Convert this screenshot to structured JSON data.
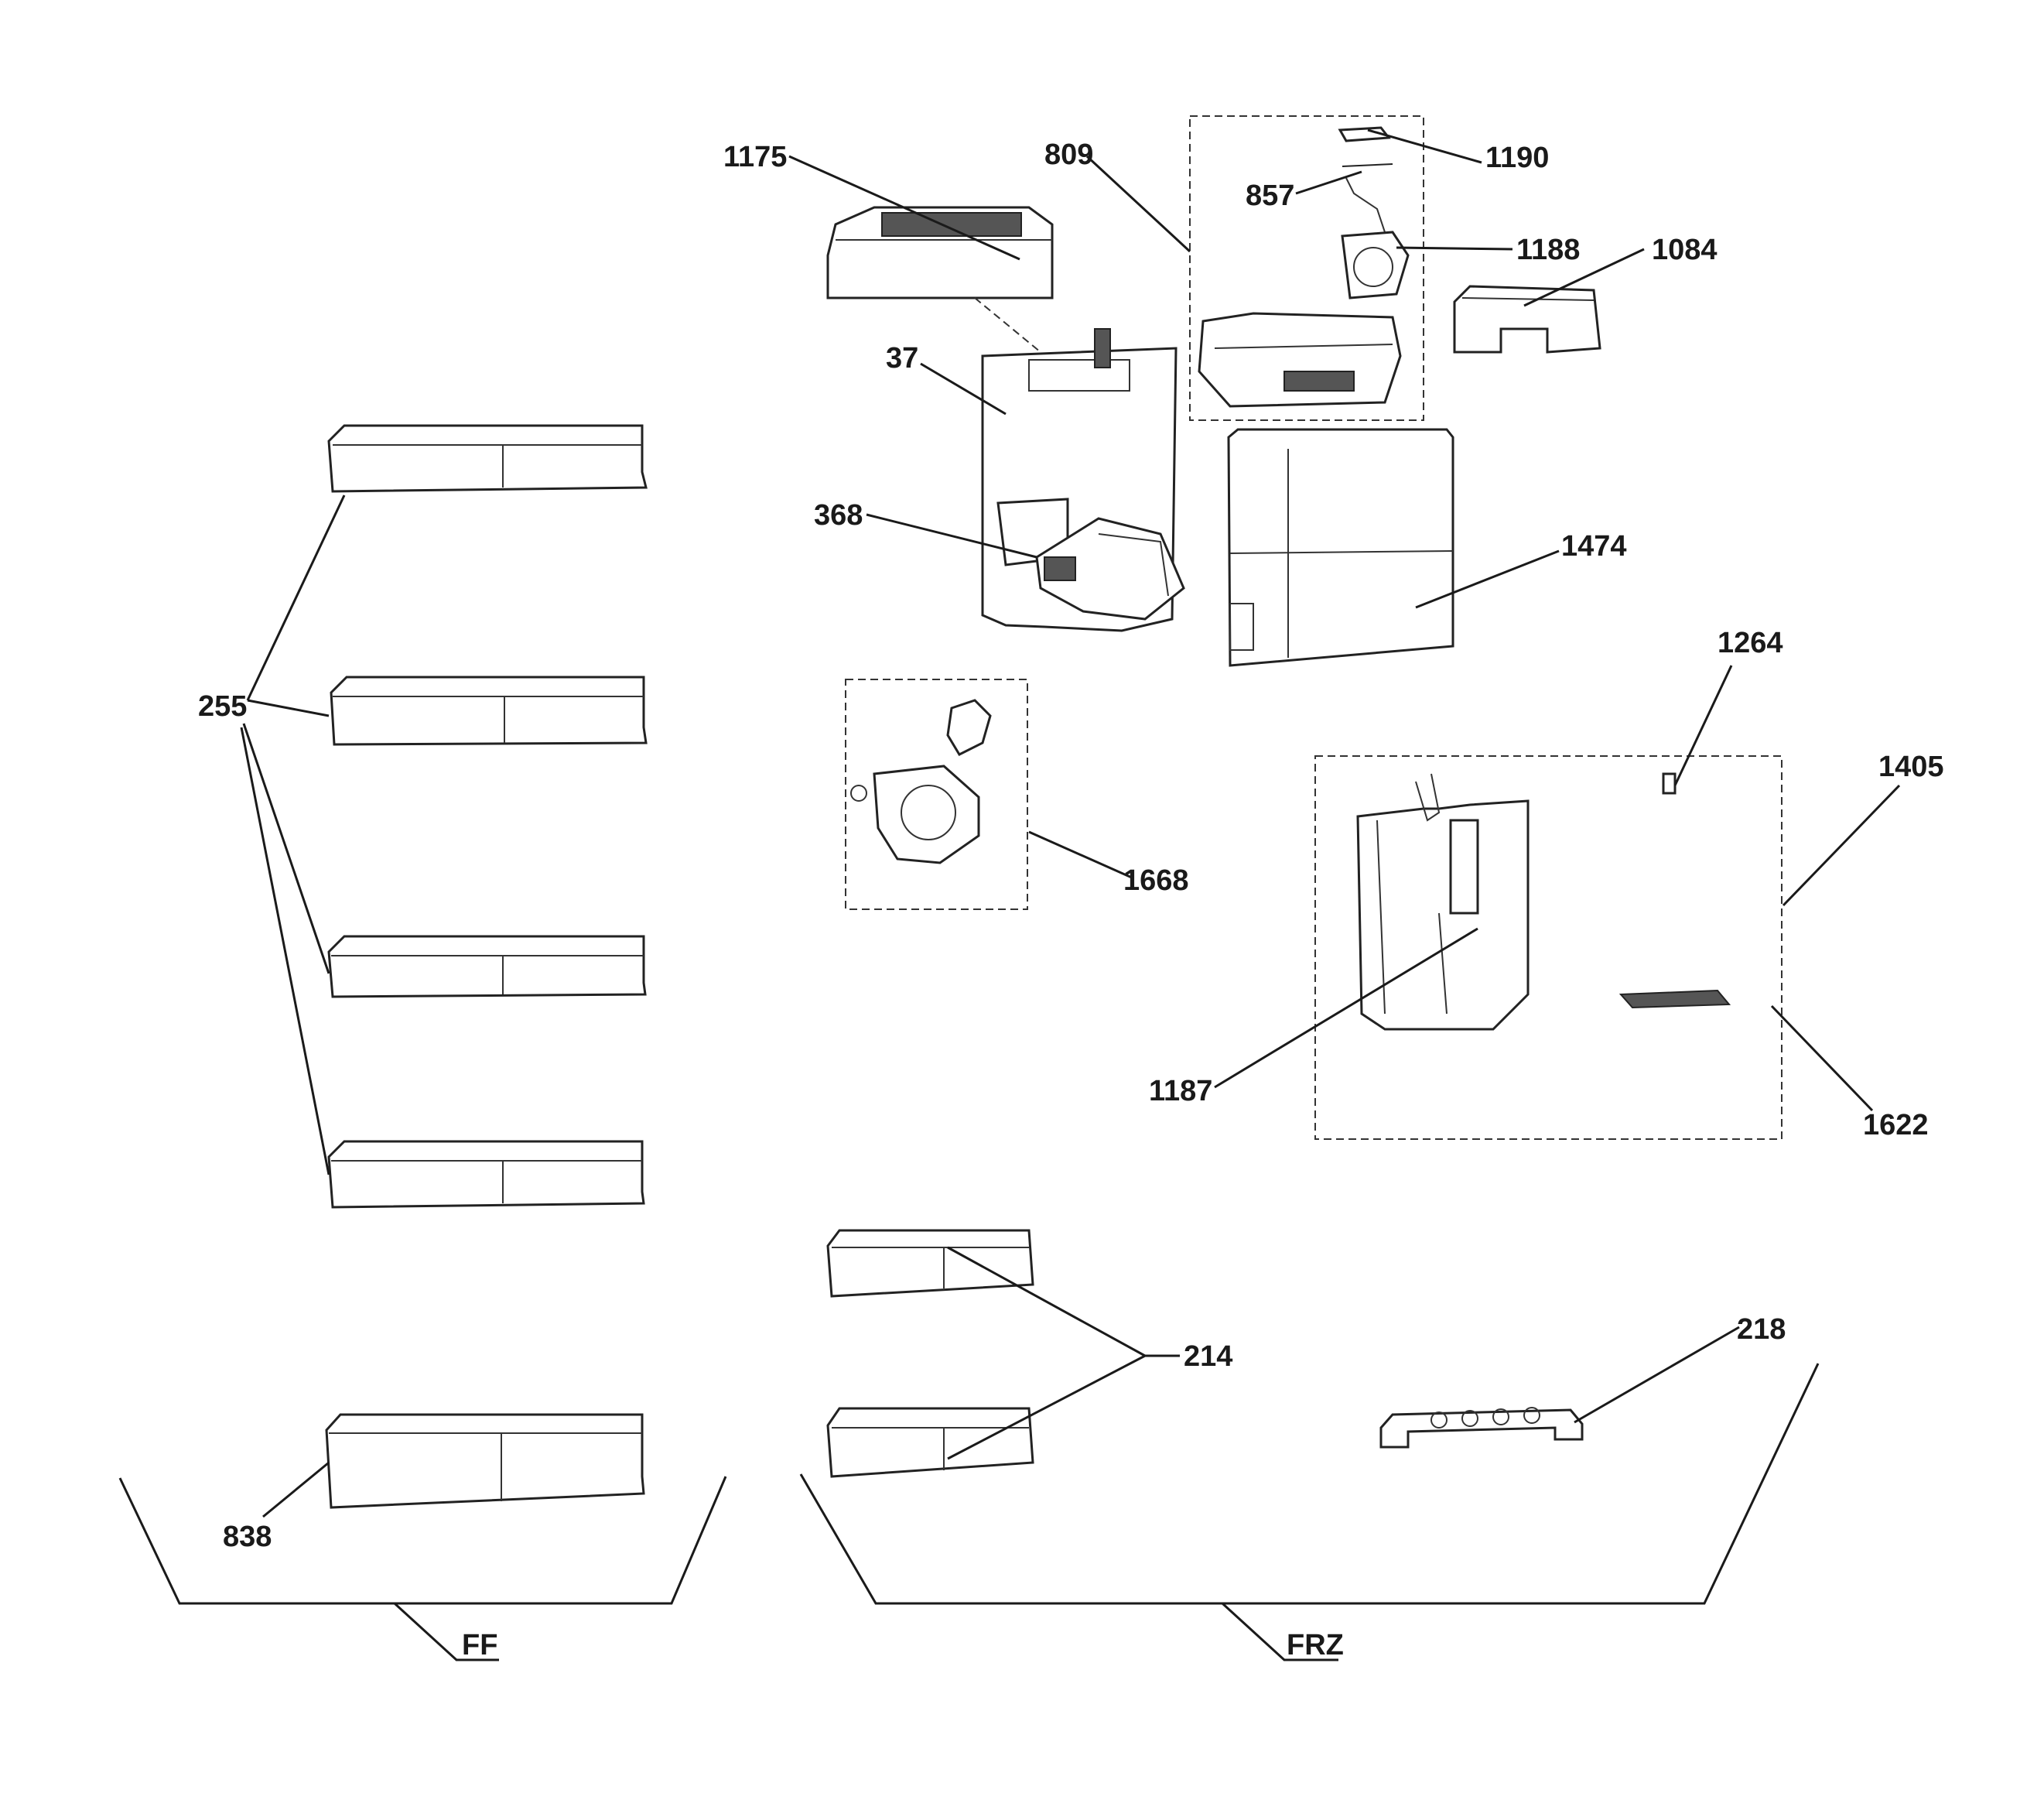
{
  "callouts": {
    "c1175": "1175",
    "c809": "809",
    "c1190": "1190",
    "c857": "857",
    "c1188": "1188",
    "c1084": "1084",
    "c37": "37",
    "c368": "368",
    "c1474": "1474",
    "c255": "255",
    "c1264": "1264",
    "c1405": "1405",
    "c1668": "1668",
    "c1187": "1187",
    "c1622": "1622",
    "c214": "214",
    "c218": "218",
    "c838": "838"
  },
  "sections": {
    "ff": "FF",
    "frz": "FRZ"
  }
}
